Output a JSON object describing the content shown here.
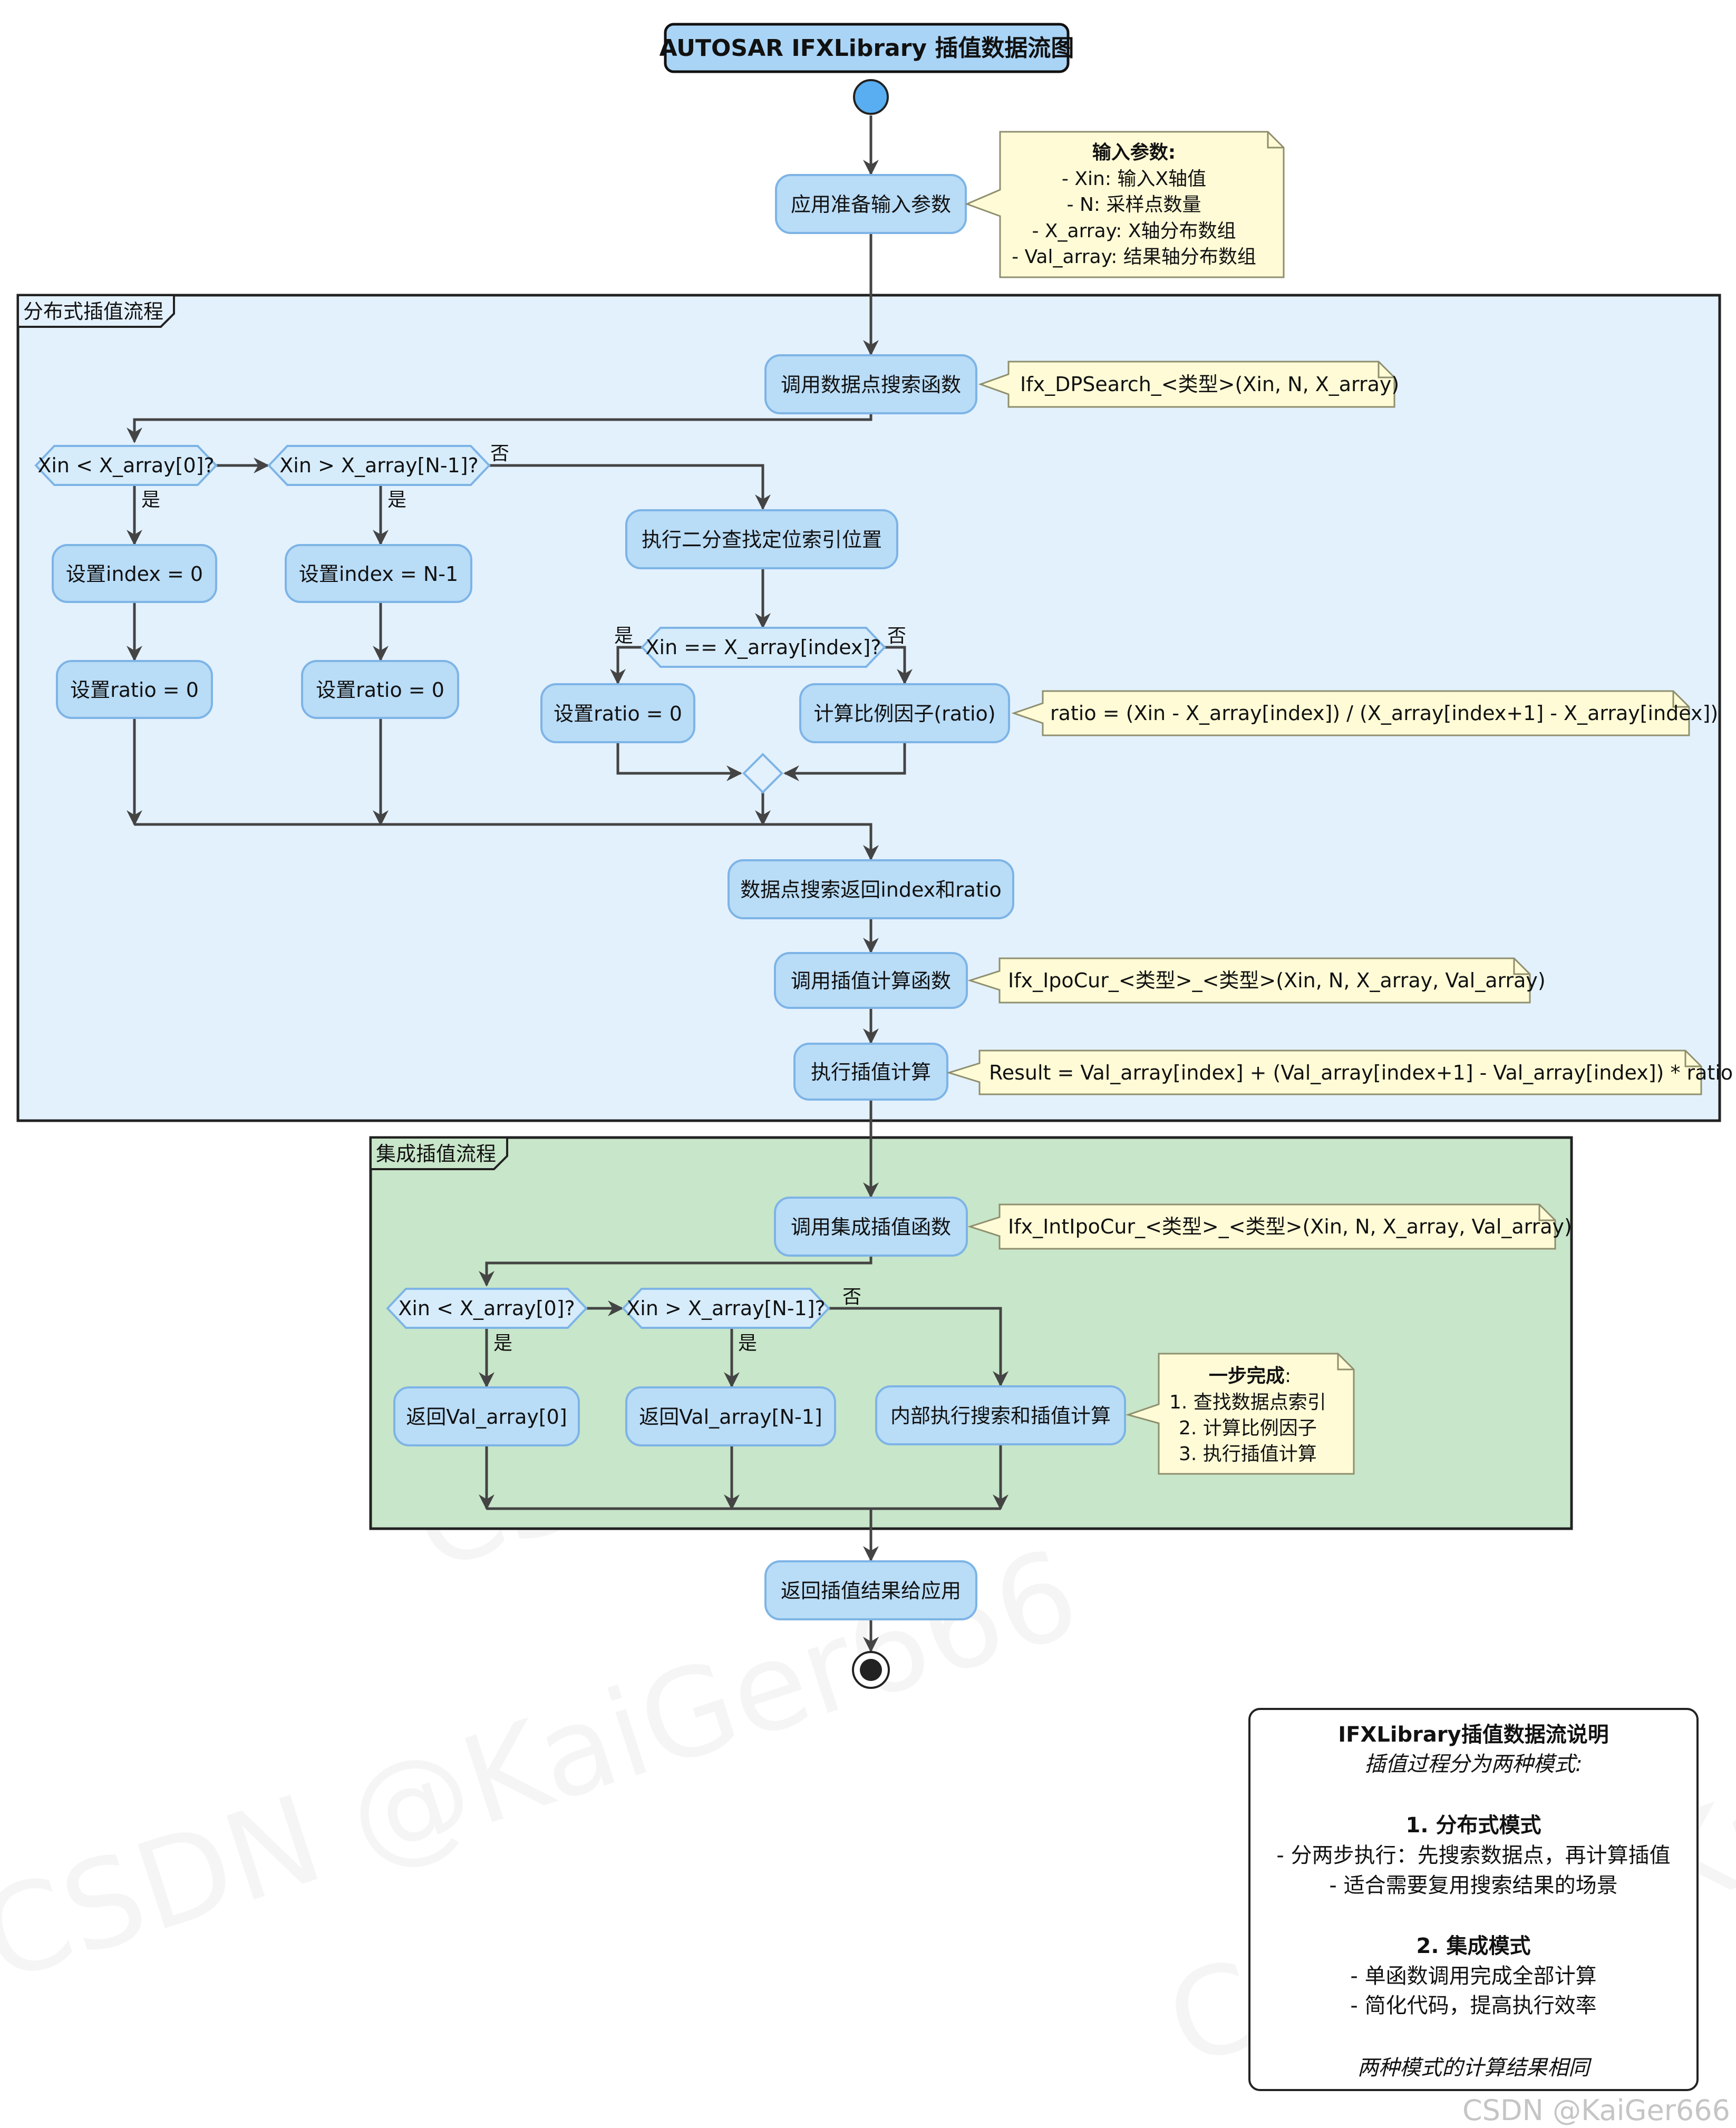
{
  "title": "AUTOSAR IFXLibrary 插值数据流图",
  "start_node": {
    "action": "应用准备输入参数"
  },
  "input_note": {
    "heading": "输入参数:",
    "lines": [
      "- Xin: 输入X轴值",
      "- N: 采样点数量",
      "- X_array: X轴分布数组",
      "- Val_array: 结果轴分布数组"
    ]
  },
  "distributed": {
    "frame_label": "分布式插值流程",
    "call_search": "调用数据点搜索函数",
    "call_search_note": "Ifx_DPSearch_<类型>(Xin, N, X_array)",
    "cond_low": "Xin < X_array[0]?",
    "cond_high": "Xin > X_array[N-1]?",
    "yes": "是",
    "no": "否",
    "set_index_0": "设置index = 0",
    "set_index_n1": "设置index = N-1",
    "set_ratio_0": "设置ratio = 0",
    "binary_search": "执行二分查找定位索引位置",
    "cond_equal": "Xin == X_array[index]?",
    "calc_ratio": "计算比例因子(ratio)",
    "ratio_note": "ratio = (Xin - X_array[index]) / (X_array[index+1] - X_array[index])",
    "return_index_ratio": "数据点搜索返回index和ratio",
    "call_ipo": "调用插值计算函数",
    "call_ipo_note": "Ifx_IpoCur_<类型>_<类型>(Xin, N, X_array, Val_array)",
    "exec_ipo": "执行插值计算",
    "exec_ipo_note": "Result = Val_array[index] + (Val_array[index+1] - Val_array[index]) * ratio"
  },
  "integrated": {
    "frame_label": "集成插值流程",
    "call_int": "调用集成插值函数",
    "call_int_note": "Ifx_IntIpoCur_<类型>_<类型>(Xin, N, X_array, Val_array)",
    "cond_low": "Xin < X_array[0]?",
    "cond_high": "Xin > X_array[N-1]?",
    "yes": "是",
    "no": "否",
    "return_val0": "返回Val_array[0]",
    "return_valn1": "返回Val_array[N-1]",
    "internal": "内部执行搜索和插值计算",
    "internal_note": {
      "heading": "一步完成",
      "colon": ":",
      "lines": [
        "1. 查找数据点索引",
        "2. 计算比例因子",
        "3. 执行插值计算"
      ]
    }
  },
  "final_action": "返回插值结果给应用",
  "legend": {
    "title": "IFXLibrary插值数据流说明",
    "subtitle": "插值过程分为两种模式:",
    "mode1_title": "1. 分布式模式",
    "mode1_lines": [
      "- 分两步执行：先搜索数据点，再计算插值",
      "- 适合需要复用搜索结果的场景"
    ],
    "mode2_title": "2. 集成模式",
    "mode2_lines": [
      "- 单函数调用完成全部计算",
      "- 简化代码，提高执行效率"
    ],
    "footer": "两种模式的计算结果相同"
  },
  "watermark": "CSDN @KaiGer666",
  "colors": {
    "action_fill": "#b9dcf7",
    "distributed_frame": "#e3f1fd",
    "integrated_frame": "#c8e6c9",
    "note_fill": "#fefbd6",
    "start_dot": "#58aef0"
  }
}
